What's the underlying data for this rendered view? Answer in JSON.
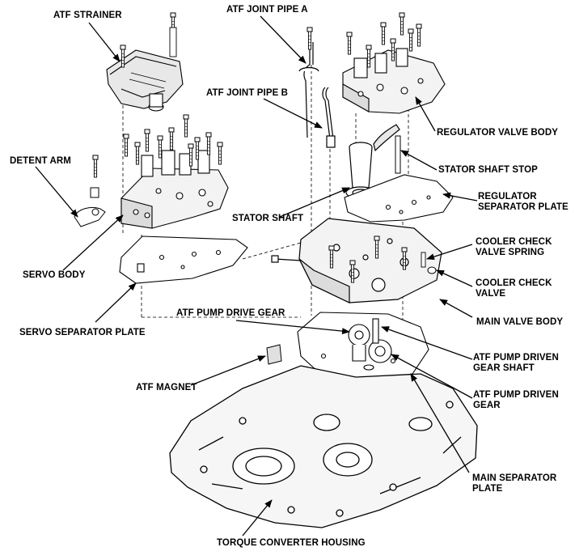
{
  "labels": {
    "atf_strainer": "ATF STRAINER",
    "atf_joint_pipe_a": "ATF JOINT PIPE A",
    "atf_joint_pipe_b": "ATF JOINT PIPE B",
    "regulator_valve_body": "REGULATOR VALVE BODY",
    "detent_arm": "DETENT ARM",
    "stator_shaft_stop": "STATOR SHAFT STOP",
    "regulator_separator_plate": [
      "REGULATOR",
      "SEPARATOR PLATE"
    ],
    "stator_shaft": "STATOR SHAFT",
    "cooler_check_valve_spring": [
      "COOLER CHECK",
      "VALVE SPRING"
    ],
    "servo_body": "SERVO BODY",
    "cooler_check_valve": [
      "COOLER CHECK",
      "VALVE"
    ],
    "atf_pump_drive_gear": "ATF PUMP DRIVE GEAR",
    "main_valve_body": "MAIN VALVE BODY",
    "servo_separator_plate": "SERVO SEPARATOR PLATE",
    "atf_pump_driven_gear_shaft": [
      "ATF PUMP DRIVEN",
      "GEAR SHAFT"
    ],
    "atf_magnet": "ATF MAGNET",
    "atf_pump_driven_gear": [
      "ATF PUMP DRIVEN",
      "GEAR"
    ],
    "main_separator_plate": [
      "MAIN SEPARATOR",
      "PLATE"
    ],
    "torque_converter_housing": "TORQUE CONVERTER HOUSING"
  }
}
